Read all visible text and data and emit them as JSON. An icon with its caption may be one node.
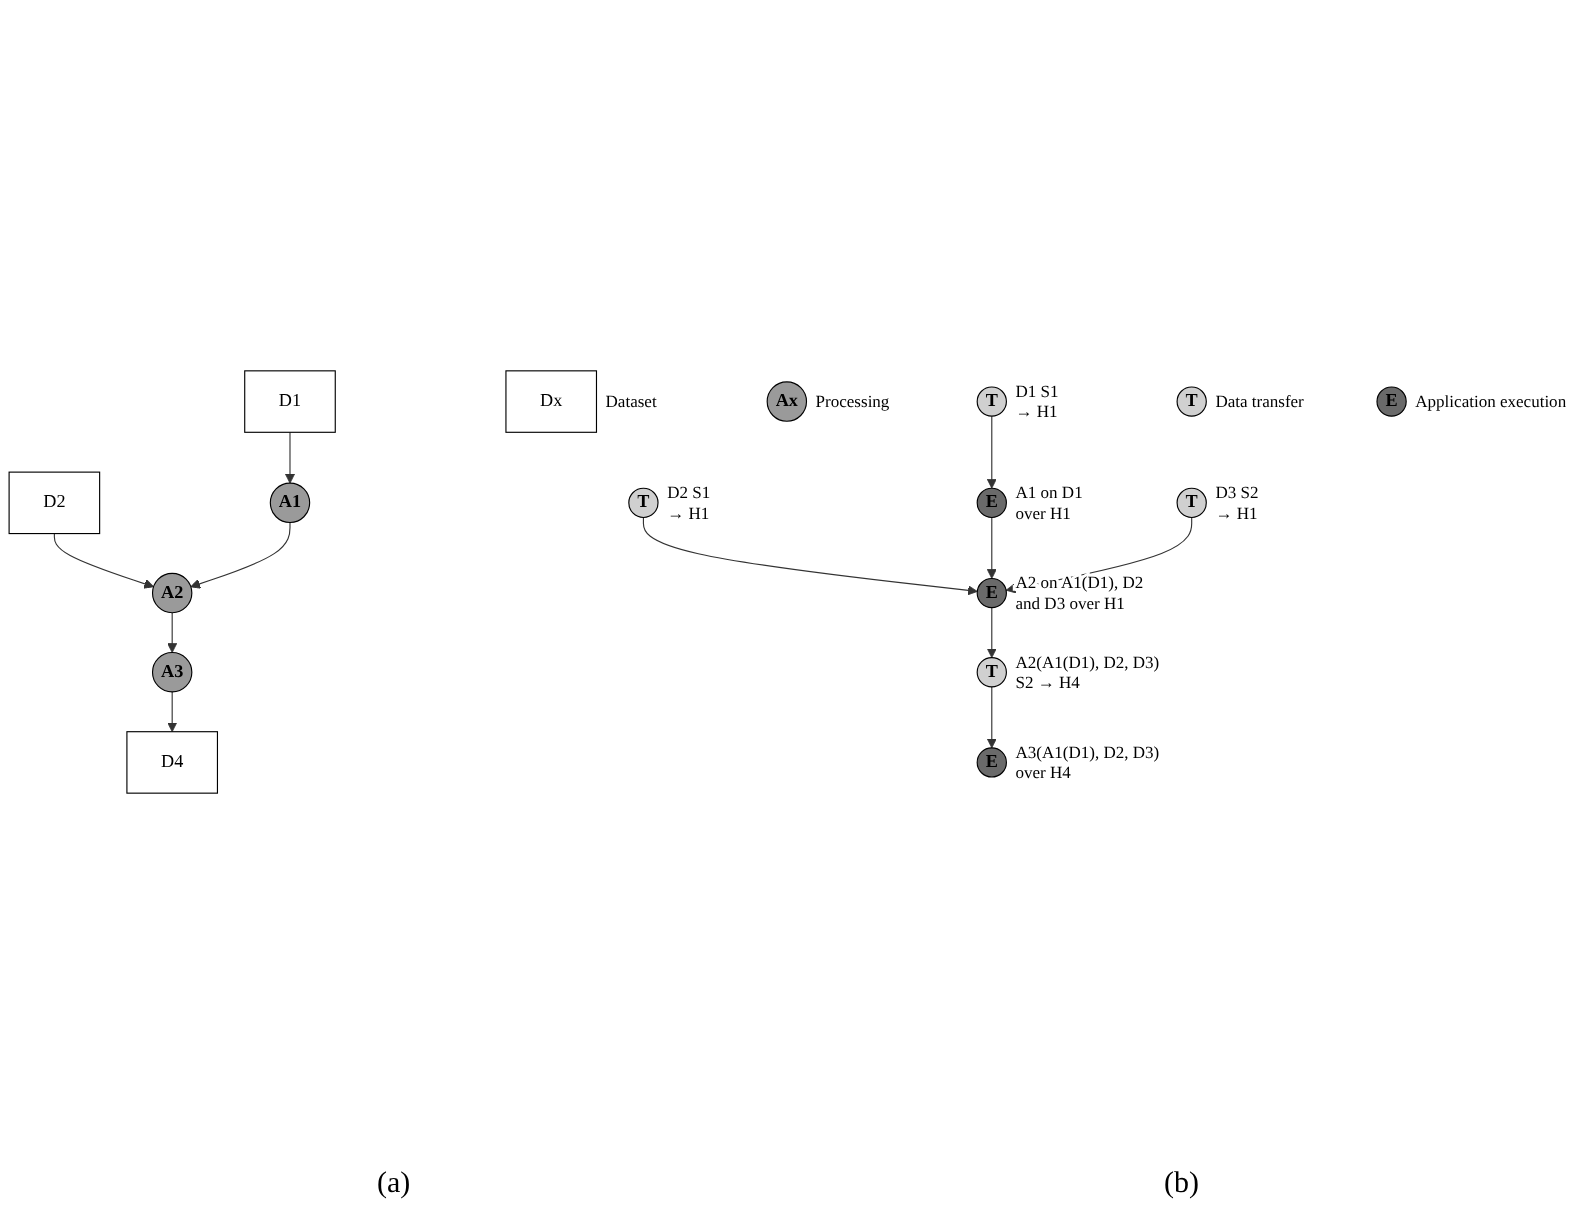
{
  "diagram": {
    "nodes": [
      {
        "text": [
          "D1"
        ]
      },
      {
        "text": [
          "D2"
        ]
      },
      {
        "text": [
          "A1"
        ]
      },
      {
        "text": [
          "A2"
        ]
      },
      {
        "text": [
          "A3"
        ]
      },
      {
        "text": [
          "D4"
        ]
      },
      {
        "text": [
          "Dx"
        ],
        "beside": [
          "Dataset"
        ]
      },
      {
        "text": [
          "Ax"
        ],
        "beside": [
          "Processing"
        ]
      },
      {
        "text": [
          "T"
        ],
        "beside": [
          "D1 S1 → H1"
        ]
      },
      {
        "text": [
          "T"
        ],
        "beside": [
          "D2 S1 → H1"
        ]
      },
      {
        "text": [
          "E"
        ],
        "beside": [
          "A1 on D1 over H1"
        ]
      },
      {
        "text": [
          "T"
        ],
        "beside": [
          "D3 S2 → H1"
        ]
      },
      {
        "text": [
          "E"
        ],
        "beside": [
          "A2 on A1(D1), D2 and D3 over H1"
        ]
      },
      {
        "text": [
          "T"
        ],
        "beside": [
          "A2(A1(D1), D2, D3) S2 → H4"
        ]
      },
      {
        "text": [
          "E"
        ],
        "beside": [
          "A3(A1(D1), D2, D3) over H4"
        ]
      },
      {
        "text": [
          "T"
        ],
        "beside": [
          "Data transfer"
        ]
      },
      {
        "text": [
          "E"
        ],
        "beside": [
          "Application execution"
        ]
      }
    ],
    "edges": [
      {
        "from": 0,
        "to": 2,
        "arrow": "to"
      },
      {
        "from": 1,
        "to": 3,
        "arrow": "to"
      },
      {
        "from": 2,
        "to": 3,
        "arrow": "to"
      },
      {
        "from": 3,
        "to": 4,
        "arrow": "to"
      },
      {
        "from": 4,
        "to": 5,
        "arrow": "to"
      },
      {
        "from": 8,
        "to": 10,
        "arrow": "to"
      },
      {
        "from": 9,
        "to": 12,
        "arrow": "to"
      },
      {
        "from": 10,
        "to": 12,
        "arrow": "to"
      },
      {
        "from": 11,
        "to": 12,
        "arrow": "to"
      },
      {
        "from": 12,
        "to": 13,
        "arrow": "to"
      },
      {
        "from": 13,
        "to": 14,
        "arrow": "to"
      }
    ],
    "labels": [
      "(a)",
      "(b)"
    ]
  }
}
